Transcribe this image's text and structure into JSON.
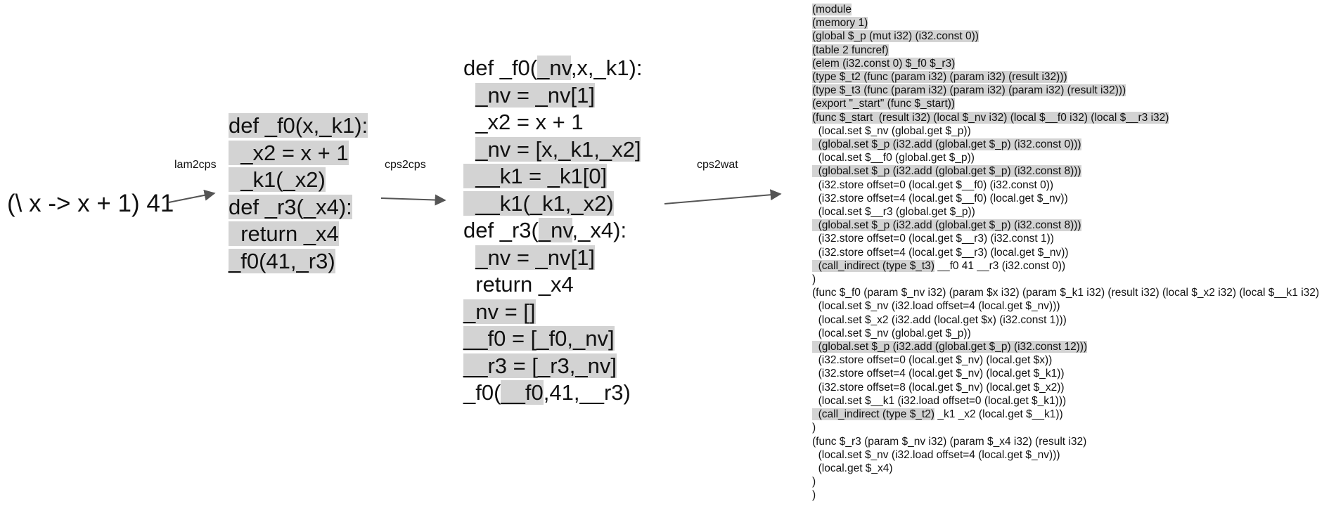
{
  "source_expression": "(\\ x -> x + 1) 41",
  "steps": {
    "lam2cps": "lam2cps",
    "cps2cps": "cps2cps",
    "cps2wat": "cps2wat"
  },
  "lam2cps_output": [
    [
      {
        "t": "def _f0(x,_k1):",
        "h": true
      }
    ],
    [
      {
        "t": "  _x2 = x + 1",
        "h": true
      }
    ],
    [
      {
        "t": "  _k1(_x2)",
        "h": true
      }
    ],
    [
      {
        "t": "def _r3(_x4):",
        "h": true
      }
    ],
    [
      {
        "t": "  return _x4",
        "h": true
      }
    ],
    [
      {
        "t": "_f0(41,_r3)",
        "h": true
      }
    ]
  ],
  "cps2cps_output": [
    [
      {
        "t": "def _f0(",
        "h": false
      },
      {
        "t": "_nv",
        "h": true
      },
      {
        "t": ",x,_k1):",
        "h": false
      }
    ],
    [
      {
        "t": "  ",
        "h": false
      },
      {
        "t": "_nv = _nv[1]",
        "h": true
      }
    ],
    [
      {
        "t": "  _x2 = x + 1",
        "h": false
      }
    ],
    [
      {
        "t": "  ",
        "h": false
      },
      {
        "t": "_nv = [x,_k1,_x2]",
        "h": true
      }
    ],
    [
      {
        "t": "  __k1 = _k1[0]",
        "h": true
      }
    ],
    [
      {
        "t": "  __k1(_k1,_x2)",
        "h": true
      }
    ],
    [
      {
        "t": "def _r3(",
        "h": false
      },
      {
        "t": "_nv",
        "h": true
      },
      {
        "t": ",_x4):",
        "h": false
      }
    ],
    [
      {
        "t": "  ",
        "h": false
      },
      {
        "t": "_nv = _nv[1]",
        "h": true
      }
    ],
    [
      {
        "t": "  return _x4",
        "h": false
      }
    ],
    [
      {
        "t": "_nv = []",
        "h": true
      }
    ],
    [
      {
        "t": "__f0 = [_f0,_nv]",
        "h": true
      }
    ],
    [
      {
        "t": "__r3 = [_r3,_nv]",
        "h": true
      }
    ],
    [
      {
        "t": "_f0(",
        "h": false
      },
      {
        "t": "__f0",
        "h": true
      },
      {
        "t": ",41,__r3)",
        "h": false
      }
    ]
  ],
  "cps2wat_output": [
    [
      {
        "t": "(module",
        "h": true
      }
    ],
    [
      {
        "t": "(memory 1)",
        "h": true
      }
    ],
    [
      {
        "t": "(global $_p (mut i32) (i32.const 0))",
        "h": true
      }
    ],
    [
      {
        "t": "(table 2 funcref)",
        "h": true
      }
    ],
    [
      {
        "t": "(elem (i32.const 0) $_f0 $_r3)",
        "h": true
      }
    ],
    [
      {
        "t": "(type $_t2 (func (param i32) (param i32) (result i32)))",
        "h": true
      }
    ],
    [
      {
        "t": "(type $_t3 (func (param i32) (param i32) (param i32) (result i32)))",
        "h": true
      }
    ],
    [
      {
        "t": "(export \"_start\" (func $_start))",
        "h": true
      }
    ],
    [
      {
        "t": "(func $_start  (result i32) (local $_nv i32) (local $__f0 i32) (local $__r3 i32)",
        "h": true
      }
    ],
    [
      {
        "t": "  (local.set $_nv (global.get $_p))",
        "h": false
      }
    ],
    [
      {
        "t": "  (global.set $_p (i32.add (global.get $_p) (i32.const 0)))",
        "h": true
      }
    ],
    [
      {
        "t": "  (local.set $__f0 (global.get $_p))",
        "h": false
      }
    ],
    [
      {
        "t": "  (global.set $_p (i32.add (global.get $_p) (i32.const 8)))",
        "h": true
      }
    ],
    [
      {
        "t": "  (i32.store offset=0 (local.get $__f0) (i32.const 0))",
        "h": false
      }
    ],
    [
      {
        "t": "  (i32.store offset=4 (local.get $__f0) (local.get $_nv))",
        "h": false
      }
    ],
    [
      {
        "t": "  (local.set $__r3 (global.get $_p))",
        "h": false
      }
    ],
    [
      {
        "t": "  (global.set $_p (i32.add (global.get $_p) (i32.const 8)))",
        "h": true
      }
    ],
    [
      {
        "t": "  (i32.store offset=0 (local.get $__r3) (i32.const 1))",
        "h": false
      }
    ],
    [
      {
        "t": "  (i32.store offset=4 (local.get $__r3) (local.get $_nv))",
        "h": false
      }
    ],
    [
      {
        "t": "  (call_indirect (type $_t3)",
        "h": true
      },
      {
        "t": " __f0 41 __r3 (i32.const 0))",
        "h": false
      }
    ],
    [
      {
        "t": ")",
        "h": false
      }
    ],
    [
      {
        "t": "(func $_f0 (param $_nv i32) (param $x i32) (param $_k1 i32) (result i32) (local $_x2 i32) (local $__k1 i32)",
        "h": false
      }
    ],
    [
      {
        "t": "  (local.set $_nv (i32.load offset=4 (local.get $_nv)))",
        "h": false
      }
    ],
    [
      {
        "t": "  (local.set $_x2 (i32.add (local.get $x) (i32.const 1)))",
        "h": false
      }
    ],
    [
      {
        "t": "  (local.set $_nv (global.get $_p))",
        "h": false
      }
    ],
    [
      {
        "t": "  (global.set $_p (i32.add (global.get $_p) (i32.const 12)))",
        "h": true
      }
    ],
    [
      {
        "t": "  (i32.store offset=0 (local.get $_nv) (local.get $x))",
        "h": false
      }
    ],
    [
      {
        "t": "  (i32.store offset=4 (local.get $_nv) (local.get $_k1))",
        "h": false
      }
    ],
    [
      {
        "t": "  (i32.store offset=8 (local.get $_nv) (local.get $_x2))",
        "h": false
      }
    ],
    [
      {
        "t": "  (local.set $__k1 (i32.load offset=0 (local.get $_k1)))",
        "h": false
      }
    ],
    [
      {
        "t": "  (call_indirect (type $_t2)",
        "h": true
      },
      {
        "t": " _k1 _x2 (local.get $__k1))",
        "h": false
      }
    ],
    [
      {
        "t": ")",
        "h": false
      }
    ],
    [
      {
        "t": "(func $_r3 (param $_nv i32) (param $_x4 i32) (result i32)",
        "h": false
      }
    ],
    [
      {
        "t": "  (local.set $_nv (i32.load offset=4 (local.get $_nv)))",
        "h": false
      }
    ],
    [
      {
        "t": "  (local.get $_x4)",
        "h": false
      }
    ],
    [
      {
        "t": ")",
        "h": false
      }
    ],
    [
      {
        "t": ")",
        "h": false
      }
    ]
  ]
}
